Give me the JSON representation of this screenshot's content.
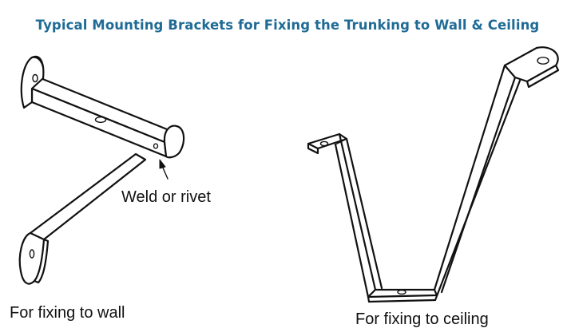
{
  "title": "Typical Mounting Brackets for Fixing the Trunking to Wall & Ceiling",
  "labels": {
    "weld": "Weld or rivet",
    "wall": "For fixing to wall",
    "ceiling": "For fixing to ceiling"
  },
  "colors": {
    "title": "#1f6b96",
    "ink": "#111111"
  }
}
